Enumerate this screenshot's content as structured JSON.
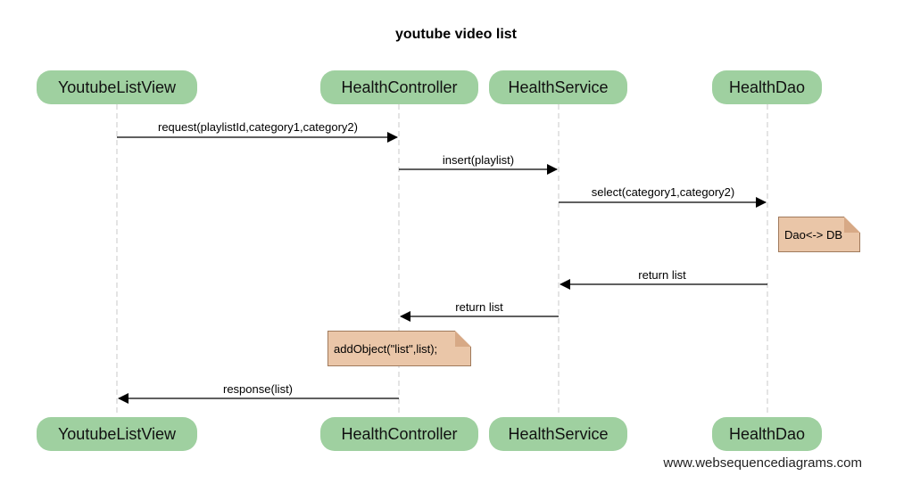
{
  "title": "youtube video list",
  "participants": [
    {
      "id": "view",
      "label": "YoutubeListView"
    },
    {
      "id": "controller",
      "label": "HealthController"
    },
    {
      "id": "service",
      "label": "HealthService"
    },
    {
      "id": "dao",
      "label": "HealthDao"
    }
  ],
  "messages": [
    {
      "from": "view",
      "to": "controller",
      "label": "request(playlistId,category1,category2)"
    },
    {
      "from": "controller",
      "to": "service",
      "label": "insert(playlist)"
    },
    {
      "from": "service",
      "to": "dao",
      "label": "select(category1,category2)"
    },
    {
      "from": "dao",
      "to": "service",
      "label": "return list"
    },
    {
      "from": "service",
      "to": "controller",
      "label": "return list"
    },
    {
      "from": "controller",
      "to": "view",
      "label": "response(list)"
    }
  ],
  "notes": [
    {
      "on": "dao",
      "text": "Dao<-> DB"
    },
    {
      "on": "controller",
      "text": "addObject(\"list\",list);"
    }
  ],
  "colors": {
    "participant_fill": "#9fd0a0",
    "note_fill": "#eac6a8",
    "lifeline": "#c8c8c8",
    "arrow": "#000000"
  },
  "watermark": "www.websequencediagrams.com"
}
